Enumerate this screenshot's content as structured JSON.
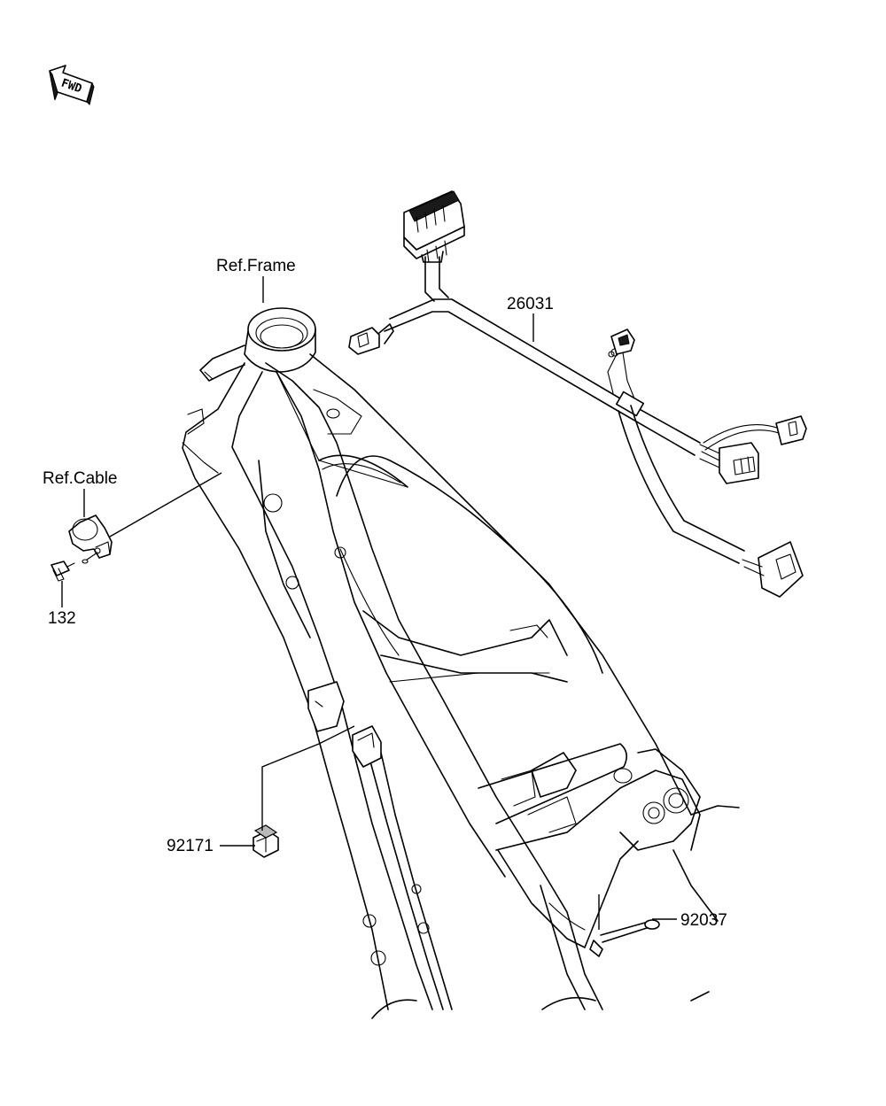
{
  "fwd_badge": "FWD",
  "callouts": {
    "ref_frame": "Ref.Frame",
    "ref_cable": "Ref.Cable",
    "part_132": "132",
    "part_26031": "26031",
    "part_92171": "92171",
    "part_92037": "92037"
  },
  "icons": {
    "fwd_arrow": "fwd-arrow-icon"
  }
}
